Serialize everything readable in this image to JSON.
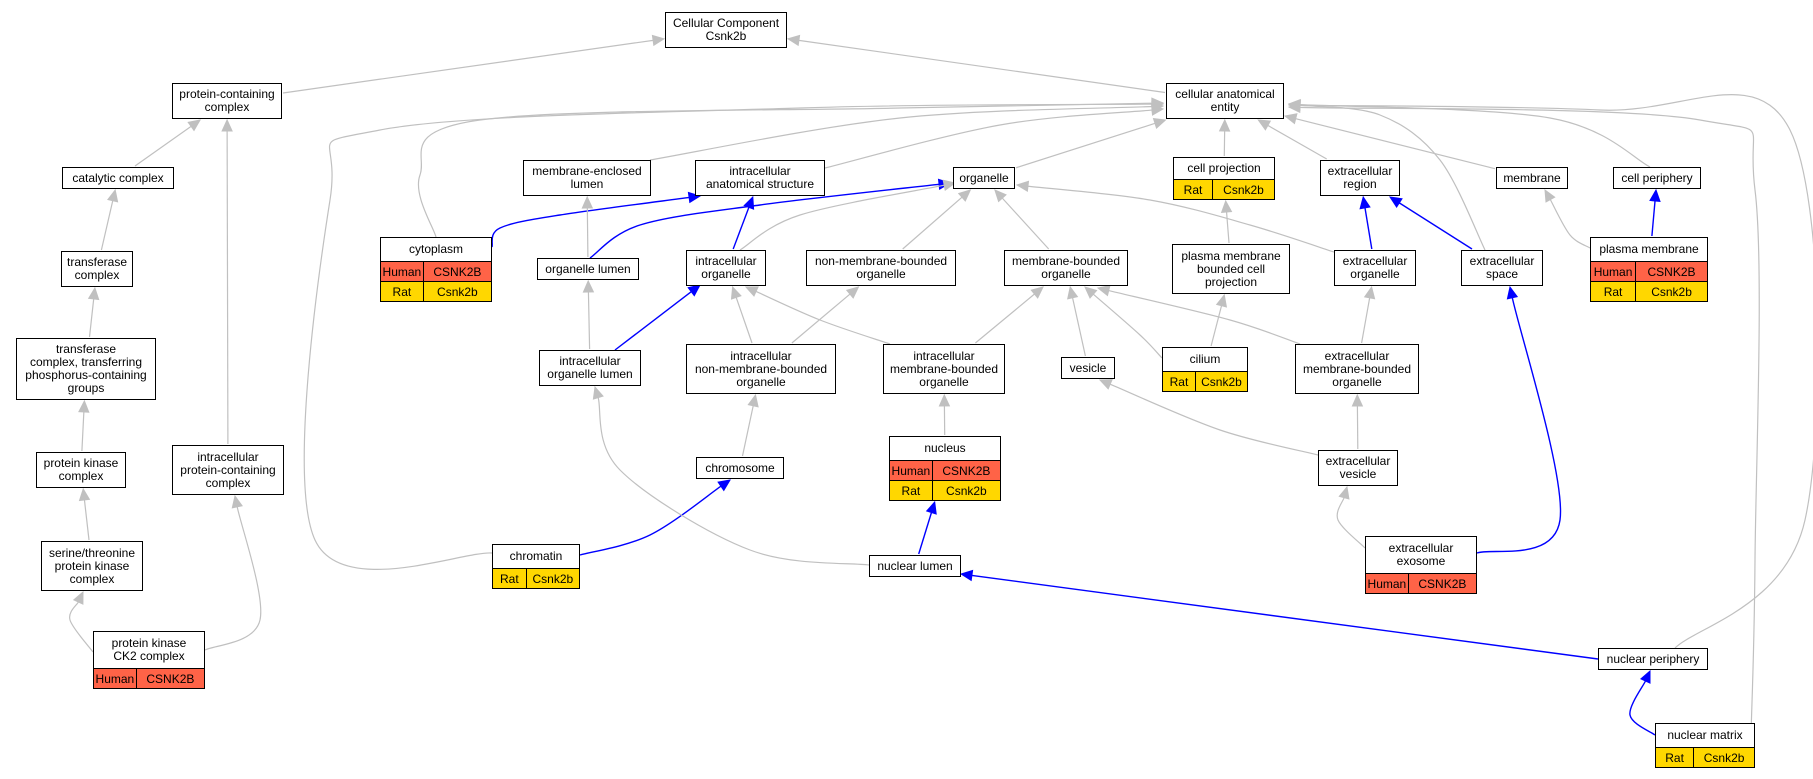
{
  "colors": {
    "human": "#ff6347",
    "rat": "#ffd700",
    "edge_gray": "#c0c0c0",
    "edge_blue": "#0000ff"
  },
  "nodes": {
    "root": {
      "label": "Cellular Component\nCsnk2b"
    },
    "protein_containing_complex": {
      "label": "protein-containing\ncomplex"
    },
    "cellular_anatomical_entity": {
      "label": "cellular anatomical\nentity"
    },
    "catalytic_complex": {
      "label": "catalytic complex"
    },
    "transferase_complex": {
      "label": "transferase\ncomplex"
    },
    "transferase_complex_phospho": {
      "label": "transferase\ncomplex, transferring\nphosphorus-containing\ngroups"
    },
    "protein_kinase_complex": {
      "label": "protein kinase\ncomplex"
    },
    "serine_threonine_pk_complex": {
      "label": "serine/threonine\nprotein kinase\ncomplex"
    },
    "protein_kinase_ck2_complex": {
      "label": "protein kinase\nCK2 complex",
      "annotations": [
        {
          "species": "Human",
          "gene": "CSNK2B"
        }
      ]
    },
    "intracellular_protein_containing_complex": {
      "label": "intracellular\nprotein-containing\ncomplex"
    },
    "membrane_enclosed_lumen": {
      "label": "membrane-enclosed\nlumen"
    },
    "intracellular_anatomical_structure": {
      "label": "intracellular\nanatomical structure"
    },
    "organelle": {
      "label": "organelle"
    },
    "cell_projection": {
      "label": "cell projection",
      "annotations": [
        {
          "species": "Rat",
          "gene": "Csnk2b"
        }
      ]
    },
    "extracellular_region": {
      "label": "extracellular\nregion"
    },
    "membrane": {
      "label": "membrane"
    },
    "cell_periphery": {
      "label": "cell periphery"
    },
    "cytoplasm": {
      "label": "cytoplasm",
      "annotations": [
        {
          "species": "Human",
          "gene": "CSNK2B"
        },
        {
          "species": "Rat",
          "gene": "Csnk2b"
        }
      ]
    },
    "organelle_lumen": {
      "label": "organelle lumen"
    },
    "intracellular_organelle": {
      "label": "intracellular\norganelle"
    },
    "non_membrane_bounded_organelle": {
      "label": "non-membrane-bounded\norganelle"
    },
    "membrane_bounded_organelle": {
      "label": "membrane-bounded\norganelle"
    },
    "plasma_membrane_bounded_cell_projection": {
      "label": "plasma membrane\nbounded cell\nprojection"
    },
    "extracellular_organelle": {
      "label": "extracellular\norganelle"
    },
    "extracellular_space": {
      "label": "extracellular\nspace"
    },
    "plasma_membrane": {
      "label": "plasma membrane",
      "annotations": [
        {
          "species": "Human",
          "gene": "CSNK2B"
        },
        {
          "species": "Rat",
          "gene": "Csnk2b"
        }
      ]
    },
    "intracellular_organelle_lumen": {
      "label": "intracellular\norganelle lumen"
    },
    "intracellular_nmb_organelle": {
      "label": "intracellular\nnon-membrane-bounded\norganelle"
    },
    "intracellular_mb_organelle": {
      "label": "intracellular\nmembrane-bounded\norganelle"
    },
    "vesicle": {
      "label": "vesicle"
    },
    "cilium": {
      "label": "cilium",
      "annotations": [
        {
          "species": "Rat",
          "gene": "Csnk2b"
        }
      ]
    },
    "extracellular_mb_organelle": {
      "label": "extracellular\nmembrane-bounded\norganelle"
    },
    "chromosome": {
      "label": "chromosome"
    },
    "nucleus": {
      "label": "nucleus",
      "annotations": [
        {
          "species": "Human",
          "gene": "CSNK2B"
        },
        {
          "species": "Rat",
          "gene": "Csnk2b"
        }
      ]
    },
    "extracellular_vesicle": {
      "label": "extracellular\nvesicle"
    },
    "chromatin": {
      "label": "chromatin",
      "annotations": [
        {
          "species": "Rat",
          "gene": "Csnk2b"
        }
      ]
    },
    "nuclear_lumen": {
      "label": "nuclear lumen"
    },
    "extracellular_exosome": {
      "label": "extracellular\nexosome",
      "annotations": [
        {
          "species": "Human",
          "gene": "CSNK2B"
        }
      ]
    },
    "nuclear_periphery": {
      "label": "nuclear periphery"
    },
    "nuclear_matrix": {
      "label": "nuclear matrix",
      "annotations": [
        {
          "species": "Rat",
          "gene": "Csnk2b"
        }
      ]
    }
  },
  "edges": [
    {
      "from": "protein_containing_complex",
      "to": "root",
      "type": "is_a"
    },
    {
      "from": "cellular_anatomical_entity",
      "to": "root",
      "type": "is_a"
    },
    {
      "from": "catalytic_complex",
      "to": "protein_containing_complex",
      "type": "is_a"
    },
    {
      "from": "intracellular_protein_containing_complex",
      "to": "protein_containing_complex",
      "type": "is_a"
    },
    {
      "from": "transferase_complex",
      "to": "catalytic_complex",
      "type": "is_a"
    },
    {
      "from": "transferase_complex_phospho",
      "to": "transferase_complex",
      "type": "is_a"
    },
    {
      "from": "protein_kinase_complex",
      "to": "transferase_complex_phospho",
      "type": "is_a"
    },
    {
      "from": "serine_threonine_pk_complex",
      "to": "protein_kinase_complex",
      "type": "is_a"
    },
    {
      "from": "protein_kinase_ck2_complex",
      "to": "serine_threonine_pk_complex",
      "type": "is_a"
    },
    {
      "from": "protein_kinase_ck2_complex",
      "to": "intracellular_protein_containing_complex",
      "type": "is_a"
    },
    {
      "from": "chromatin",
      "to": "cellular_anatomical_entity",
      "type": "is_a"
    },
    {
      "from": "cytoplasm",
      "to": "cellular_anatomical_entity",
      "type": "is_a"
    },
    {
      "from": "membrane_enclosed_lumen",
      "to": "cellular_anatomical_entity",
      "type": "is_a"
    },
    {
      "from": "intracellular_anatomical_structure",
      "to": "cellular_anatomical_entity",
      "type": "is_a"
    },
    {
      "from": "organelle",
      "to": "cellular_anatomical_entity",
      "type": "is_a"
    },
    {
      "from": "cell_projection",
      "to": "cellular_anatomical_entity",
      "type": "is_a"
    },
    {
      "from": "extracellular_region",
      "to": "cellular_anatomical_entity",
      "type": "is_a"
    },
    {
      "from": "extracellular_space",
      "to": "cellular_anatomical_entity",
      "type": "is_a"
    },
    {
      "from": "membrane",
      "to": "cellular_anatomical_entity",
      "type": "is_a"
    },
    {
      "from": "cell_periphery",
      "to": "cellular_anatomical_entity",
      "type": "is_a"
    },
    {
      "from": "nuclear_periphery",
      "to": "cellular_anatomical_entity",
      "type": "is_a"
    },
    {
      "from": "nuclear_matrix",
      "to": "cellular_anatomical_entity",
      "type": "is_a"
    },
    {
      "from": "cytoplasm",
      "to": "intracellular_anatomical_structure",
      "type": "part_of"
    },
    {
      "from": "organelle_lumen",
      "to": "membrane_enclosed_lumen",
      "type": "is_a"
    },
    {
      "from": "organelle_lumen",
      "to": "organelle",
      "type": "part_of"
    },
    {
      "from": "intracellular_organelle",
      "to": "intracellular_anatomical_structure",
      "type": "part_of"
    },
    {
      "from": "intracellular_organelle",
      "to": "organelle",
      "type": "is_a"
    },
    {
      "from": "non_membrane_bounded_organelle",
      "to": "organelle",
      "type": "is_a"
    },
    {
      "from": "membrane_bounded_organelle",
      "to": "organelle",
      "type": "is_a"
    },
    {
      "from": "extracellular_organelle",
      "to": "organelle",
      "type": "is_a"
    },
    {
      "from": "extracellular_organelle",
      "to": "extracellular_region",
      "type": "part_of"
    },
    {
      "from": "extracellular_space",
      "to": "extracellular_region",
      "type": "part_of"
    },
    {
      "from": "plasma_membrane",
      "to": "membrane",
      "type": "is_a"
    },
    {
      "from": "plasma_membrane",
      "to": "cell_periphery",
      "type": "part_of"
    },
    {
      "from": "plasma_membrane_bounded_cell_projection",
      "to": "cell_projection",
      "type": "is_a"
    },
    {
      "from": "intracellular_organelle_lumen",
      "to": "organelle_lumen",
      "type": "is_a"
    },
    {
      "from": "intracellular_organelle_lumen",
      "to": "intracellular_organelle",
      "type": "part_of"
    },
    {
      "from": "intracellular_nmb_organelle",
      "to": "intracellular_organelle",
      "type": "is_a"
    },
    {
      "from": "intracellular_nmb_organelle",
      "to": "non_membrane_bounded_organelle",
      "type": "is_a"
    },
    {
      "from": "intracellular_mb_organelle",
      "to": "intracellular_organelle",
      "type": "is_a"
    },
    {
      "from": "intracellular_mb_organelle",
      "to": "membrane_bounded_organelle",
      "type": "is_a"
    },
    {
      "from": "vesicle",
      "to": "membrane_bounded_organelle",
      "type": "is_a"
    },
    {
      "from": "cilium",
      "to": "membrane_bounded_organelle",
      "type": "is_a"
    },
    {
      "from": "cilium",
      "to": "plasma_membrane_bounded_cell_projection",
      "type": "is_a"
    },
    {
      "from": "extracellular_mb_organelle",
      "to": "membrane_bounded_organelle",
      "type": "is_a"
    },
    {
      "from": "extracellular_mb_organelle",
      "to": "extracellular_organelle",
      "type": "is_a"
    },
    {
      "from": "chromosome",
      "to": "intracellular_nmb_organelle",
      "type": "is_a"
    },
    {
      "from": "nucleus",
      "to": "intracellular_mb_organelle",
      "type": "is_a"
    },
    {
      "from": "extracellular_vesicle",
      "to": "vesicle",
      "type": "is_a"
    },
    {
      "from": "extracellular_vesicle",
      "to": "extracellular_mb_organelle",
      "type": "is_a"
    },
    {
      "from": "chromatin",
      "to": "chromosome",
      "type": "part_of"
    },
    {
      "from": "nuclear_lumen",
      "to": "nucleus",
      "type": "part_of"
    },
    {
      "from": "nuclear_lumen",
      "to": "intracellular_organelle_lumen",
      "type": "is_a"
    },
    {
      "from": "extracellular_exosome",
      "to": "extracellular_vesicle",
      "type": "is_a"
    },
    {
      "from": "extracellular_exosome",
      "to": "extracellular_space",
      "type": "part_of"
    },
    {
      "from": "nuclear_periphery",
      "to": "nuclear_lumen",
      "type": "part_of"
    },
    {
      "from": "nuclear_matrix",
      "to": "nuclear_periphery",
      "type": "part_of"
    }
  ]
}
